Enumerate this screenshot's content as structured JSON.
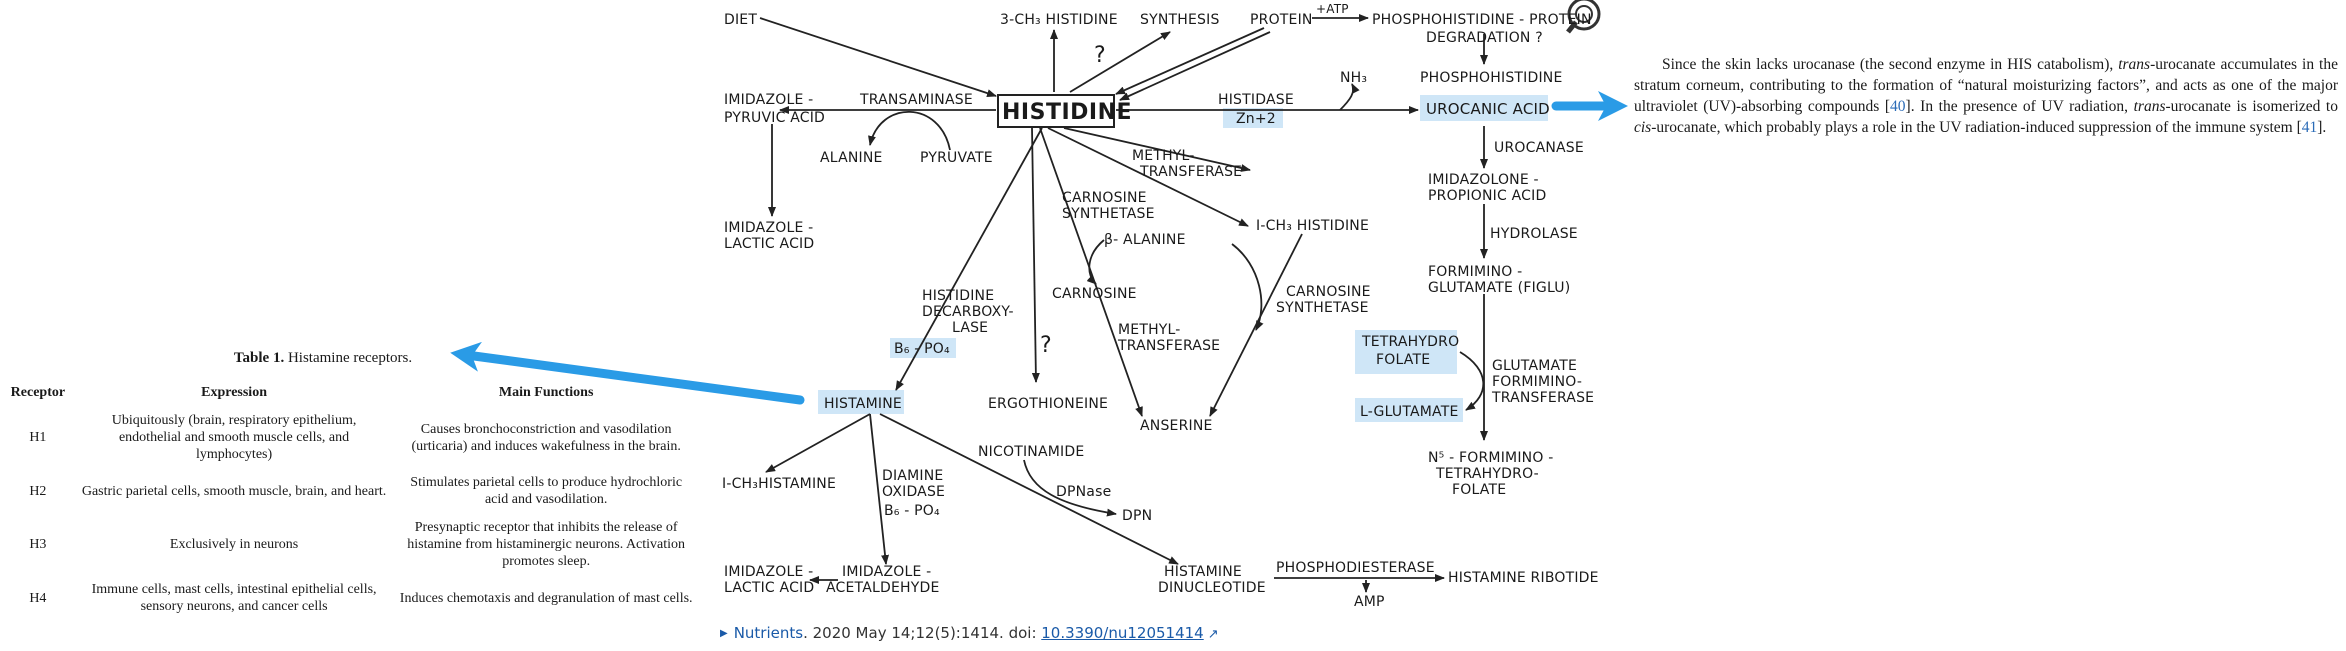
{
  "diagram": {
    "labels": {
      "diet": "DIET",
      "methyl_histidine_3": "3-CH₃ HISTIDINE",
      "synthesis": "SYNTHESIS",
      "protein": "PROTEIN",
      "atp": "+ATP",
      "phosphohistidine_protein": "PHOSPHOHISTIDINE - PROTEIN",
      "degradation": "DEGRADATION ?",
      "question_top": "?",
      "imidazole_pyruvic_1": "IMIDAZOLE -",
      "imidazole_pyruvic_2": "PYRUVIC ACID",
      "transaminase": "TRANSAMINASE",
      "histidine": "HISTIDINE",
      "histidase": "HISTIDASE",
      "zn": "Zn+2",
      "nh3": "NH₃",
      "phosphohistidine": "PHOSPHOHISTIDINE",
      "urocanic_acid": "UROCANIC ACID",
      "alanine": "ALANINE",
      "pyruvate": "PYRUVATE",
      "methyl_transferase_1": "METHYL-",
      "methyl_transferase_2": "TRANSFERASE",
      "urocanase": "UROCANASE",
      "imidazolone_1": "IMIDAZOLONE -",
      "imidazolone_2": "PROPIONIC ACID",
      "carnosine_synthetase_1": "CARNOSINE",
      "carnosine_synthetase_2": "SYNTHETASE",
      "methyl_histidine_1": "I-CH₃ HISTIDINE",
      "imidazole_lactic_1": "IMIDAZOLE -",
      "imidazole_lactic_2": "LACTIC ACID",
      "beta_alanine": "β- ALANINE",
      "hydrolase": "HYDROLASE",
      "carnosine": "CARNOSINE",
      "formimino_1": "FORMIMINO -",
      "formimino_2": "GLUTAMATE (FIGLU)",
      "histidine_decarboxylase_1": "HISTIDINE",
      "histidine_decarboxylase_2": "DECARBOXY-",
      "histidine_decarboxylase_3": "LASE",
      "b6_po4": "B₆ - PO₄",
      "methyl_transferase_b_1": "METHYL-",
      "methyl_transferase_b_2": "TRANSFERASE",
      "carnosine_synthetase_b_1": "CARNOSINE",
      "carnosine_synthetase_b_2": "SYNTHETASE",
      "tetrahydrofolate_1": "TETRAHYDRO",
      "tetrahydrofolate_2": "FOLATE",
      "question_mid": "?",
      "glutamate_ft_1": "GLUTAMATE",
      "glutamate_ft_2": "FORMIMINO-",
      "glutamate_ft_3": "TRANSFERASE",
      "histamine": "HISTAMINE",
      "ergothioneine": "ERGOTHIONEINE",
      "l_glutamate": "L-GLUTAMATE",
      "anserine": "ANSERINE",
      "n5_1": "N⁵ - FORMIMINO -",
      "n5_2": "TETRAHYDRO-",
      "n5_3": "FOLATE",
      "nicotinamide": "NICOTINAMIDE",
      "methyl_histamine": "I-CH₃HISTAMINE",
      "diamine_oxidase_1": "DIAMINE",
      "diamine_oxidase_2": "OXIDASE",
      "diamine_oxidase_3": "B₆ - PO₄",
      "dpnase": "DPNase",
      "dpn": "DPN",
      "imidazole_lactic_b_1": "IMIDAZOLE -",
      "imidazole_lactic_b_2": "LACTIC ACID",
      "imidazole_acetaldehyde_1": "IMIDAZOLE -",
      "imidazole_acetaldehyde_2": "ACETALDEHYDE",
      "histamine_dinucleotide_1": "HISTAMINE",
      "histamine_dinucleotide_2": "DINUCLEOTIDE",
      "phosphodiesterase": "PHOSPHODIESTERASE",
      "histamine_ribotide": "HISTAMINE RIBOTIDE",
      "amp": "AMP"
    }
  },
  "paragraph": {
    "s1": "Since the skin lacks urocanase (the second enzyme in HIS catabolism), ",
    "s1_em": "trans",
    "s2": "-urocanate accumulates in the stratum corneum, contributing to the formation of “natural moisturizing factors”, and acts as one of the major ultraviolet (UV)-absorbing compounds [",
    "ref1": "40",
    "s3": "].  In the presence of UV radiation, ",
    "s3_em": "trans",
    "s4": "-urocanate is isomerized to ",
    "s4_em": "cis",
    "s5": "-urocanate, which probably plays a role in the UV radiation-induced suppression of the immune system [",
    "ref2": "41",
    "s6": "]."
  },
  "table": {
    "caption_label": "Table 1.",
    "caption_text": " Histamine receptors.",
    "headers": {
      "receptor": "Receptor",
      "expression": "Expression",
      "functions": "Main Functions"
    },
    "rows": [
      {
        "receptor": "H1",
        "expression": "Ubiquitously (brain, respiratory epithelium, endothelial and smooth muscle cells, and lymphocytes)",
        "functions": "Causes bronchoconstriction and vasodilation (urticaria) and induces wakefulness in the brain."
      },
      {
        "receptor": "H2",
        "expression": "Gastric parietal cells, smooth muscle, brain, and heart.",
        "functions": "Stimulates parietal cells to produce hydrochloric acid and vasodilation."
      },
      {
        "receptor": "H3",
        "expression": "Exclusively in neurons",
        "functions": "Presynaptic receptor that inhibits the release of histamine from histaminergic neurons. Activation promotes sleep."
      },
      {
        "receptor": "H4",
        "expression": "Immune cells, mast cells, intestinal epithelial cells, sensory neurons, and cancer cells",
        "functions": "Induces chemotaxis and degranulation of mast cells."
      }
    ]
  },
  "citation": {
    "journal": "Nutrients",
    "details": ". 2020 May 14;12(5):1414. doi: ",
    "doi": "10.3390/nu12051414"
  },
  "colors": {
    "highlight": "#cfe6f7",
    "arrow": "#2a9be6",
    "link": "#1a5aa8"
  },
  "icons": {
    "magnifier": "magnifier-icon",
    "external": "external-link-icon",
    "expander": "expand-triangle-icon"
  }
}
